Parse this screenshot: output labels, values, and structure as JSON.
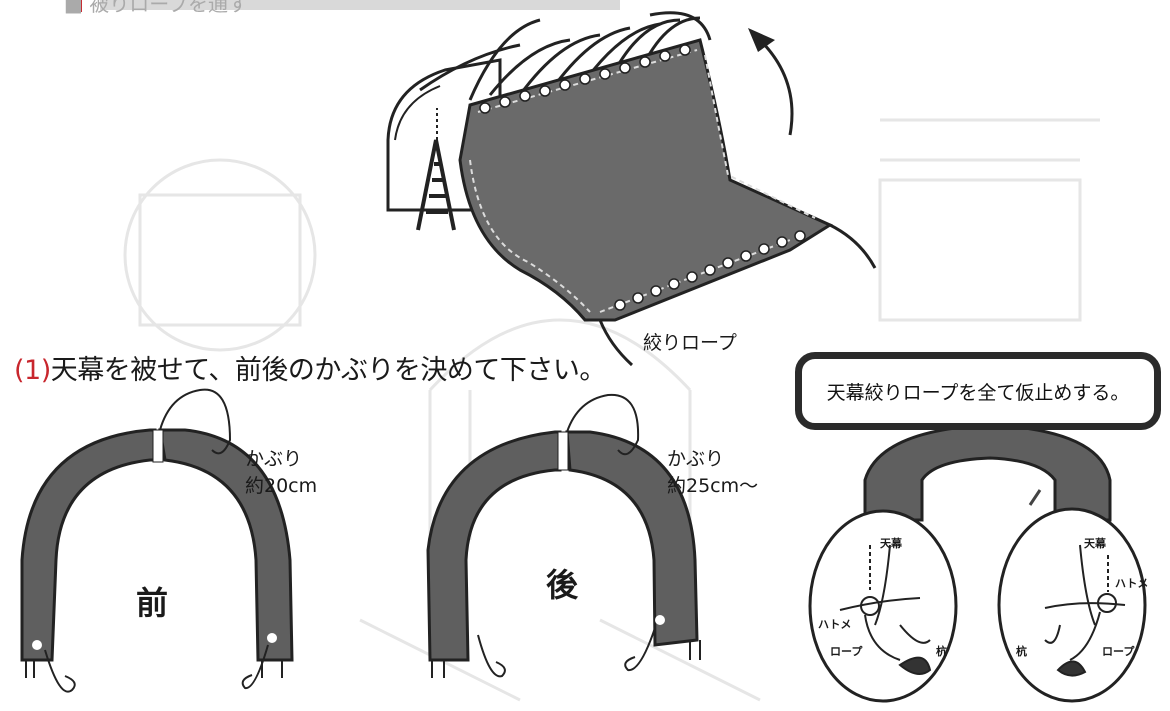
{
  "top_banner_text": "■ 被りロープを通す",
  "top_label": "絞りロープ",
  "step1": {
    "number": "(1)",
    "text": "天幕を被せて、前後のかぶりを決めて下さい。"
  },
  "front": {
    "label": "前",
    "overlap_word": "かぶり",
    "overlap_size": "約20cm"
  },
  "back": {
    "label": "後",
    "overlap_word": "かぶり",
    "overlap_size": "約25cm〜"
  },
  "callout": "天幕絞りロープを全て仮止めする。",
  "detail_left": {
    "canopy": "天幕",
    "grommet": "ハトメ",
    "rope": "ロープ",
    "stake": "杭"
  },
  "detail_right": {
    "canopy": "天幕",
    "grommet": "ハトメ",
    "rope": "ロープ",
    "stake": "杭"
  },
  "colors": {
    "canopy_fill": "#5f5f5f",
    "accent_red": "#c8262d",
    "ink": "#1a1a1a"
  }
}
